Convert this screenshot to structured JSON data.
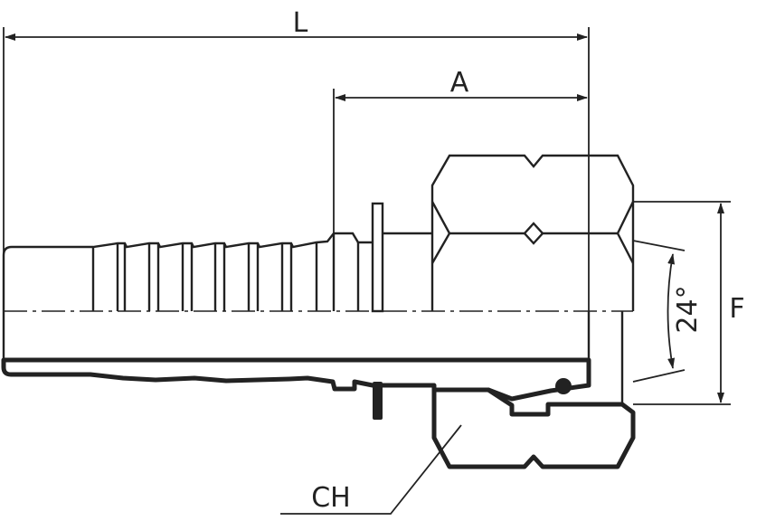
{
  "labels": {
    "overall_length": "L",
    "dimension_a": "A",
    "cone_angle": "24°",
    "dimension_f": "F",
    "hex_size": "CH"
  }
}
